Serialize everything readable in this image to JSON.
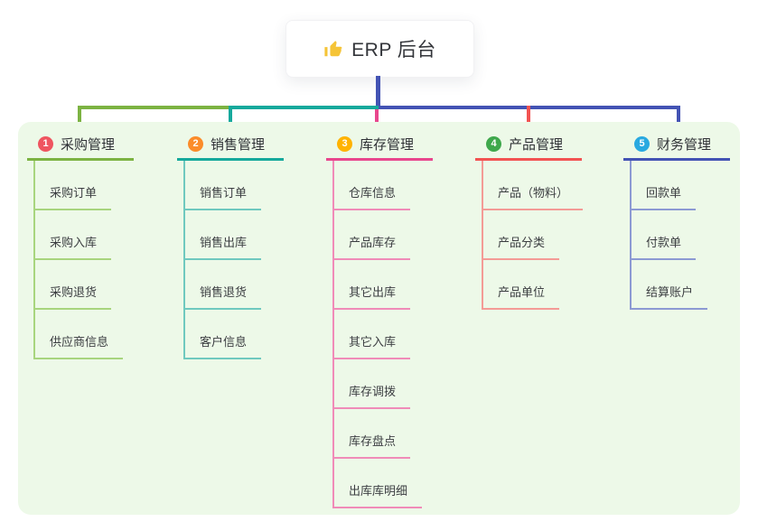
{
  "root": {
    "label": "ERP 后台",
    "icon": "thumbs-up-icon",
    "icon_color": "#F5C437",
    "connector_color": "#4353B4"
  },
  "panel": {
    "background": "#EDF9E8"
  },
  "branches": [
    {
      "num": "1",
      "label": "采购管理",
      "badge_color": "#EF5560",
      "line_color": "#7CB342",
      "sub_line_color": "#A8D57E",
      "items": [
        "采购订单",
        "采购入库",
        "采购退货",
        "供应商信息"
      ]
    },
    {
      "num": "2",
      "label": "销售管理",
      "badge_color": "#FB8C2A",
      "line_color": "#16A99C",
      "sub_line_color": "#6FC9BF",
      "items": [
        "销售订单",
        "销售出库",
        "销售退货",
        "客户信息"
      ]
    },
    {
      "num": "3",
      "label": "库存管理",
      "badge_color": "#FFB300",
      "line_color": "#E8478D",
      "sub_line_color": "#F08BB8",
      "items": [
        "仓库信息",
        "产品库存",
        "其它出库",
        "其它入库",
        "库存调拨",
        "库存盘点",
        "出库库明细"
      ]
    },
    {
      "num": "4",
      "label": "产品管理",
      "badge_color": "#3FA84C",
      "line_color": "#F25352",
      "sub_line_color": "#F49B96",
      "items": [
        "产品（物料）",
        "产品分类",
        "产品单位"
      ]
    },
    {
      "num": "5",
      "label": "财务管理",
      "badge_color": "#29A9E0",
      "line_color": "#4353B4",
      "sub_line_color": "#8C9AD3",
      "items": [
        "回款单",
        "付款单",
        "结算账户"
      ]
    }
  ]
}
